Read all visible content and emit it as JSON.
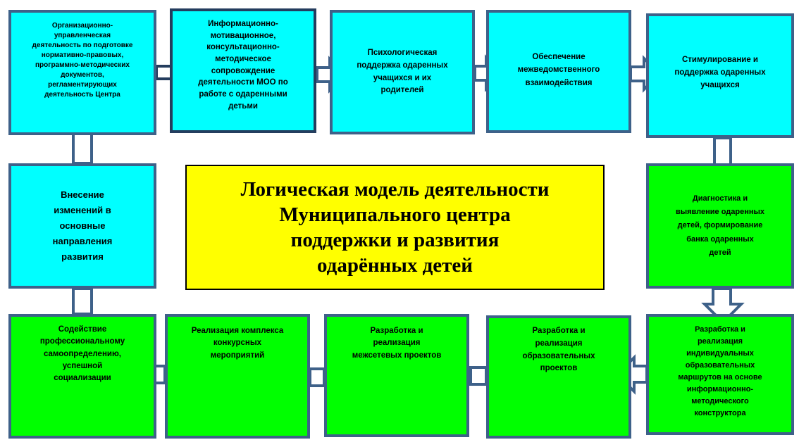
{
  "title": "Логическая   модель деятельности\nМуниципального центра\nподдержки и развития\nодарённых детей",
  "boxes": {
    "org": "Организационно-\nуправленческая\nдеятельность по подготовке\nнормативно-правовых,\nпрограммно-методических\nдокументов,\nрегламентирующих\nдеятельность Центра",
    "info": "Информационно-\nмотивационное,\nконсультационно-\nметодическое\nсопровождение\nдеятельности МОО по\nработе с одаренными\nдетьми",
    "psych": "Психологическая\nподдержка одаренных\nучащихся и их\nродителей",
    "interdept": "Обеспечение\nмежведомственного\nвзаимодействия",
    "stim": "Стимулирование и\nподдержка одаренных\nучащихся",
    "diag": "Диагностика и\nвыявление одаренных\nдетей, формирование\nбанка одаренных\nдетей",
    "routes": "Разработка и\nреализация\nиндивидуальных\nобразовательных\nмаршрутов на основе\nинформационно-\nметодического\nконструктора",
    "edu": "Разработка и\nреализация\nобразовательных\nпроектов",
    "network": "Разработка и\nреализация\nмежсетевых проектов",
    "contests": "Реализация комплекса\nконкурсных\nмероприятий",
    "social": "Содействие\nпрофессиональному\nсамоопределению,\nуспешной\nсоциализации",
    "changes": "Внесение\nизменений в\nосновные\nнаправления\nразвития"
  },
  "colors": {
    "cyan": "#00ffff",
    "green": "#00ff00",
    "yellow": "#ffff00",
    "border": "#3e6189"
  }
}
